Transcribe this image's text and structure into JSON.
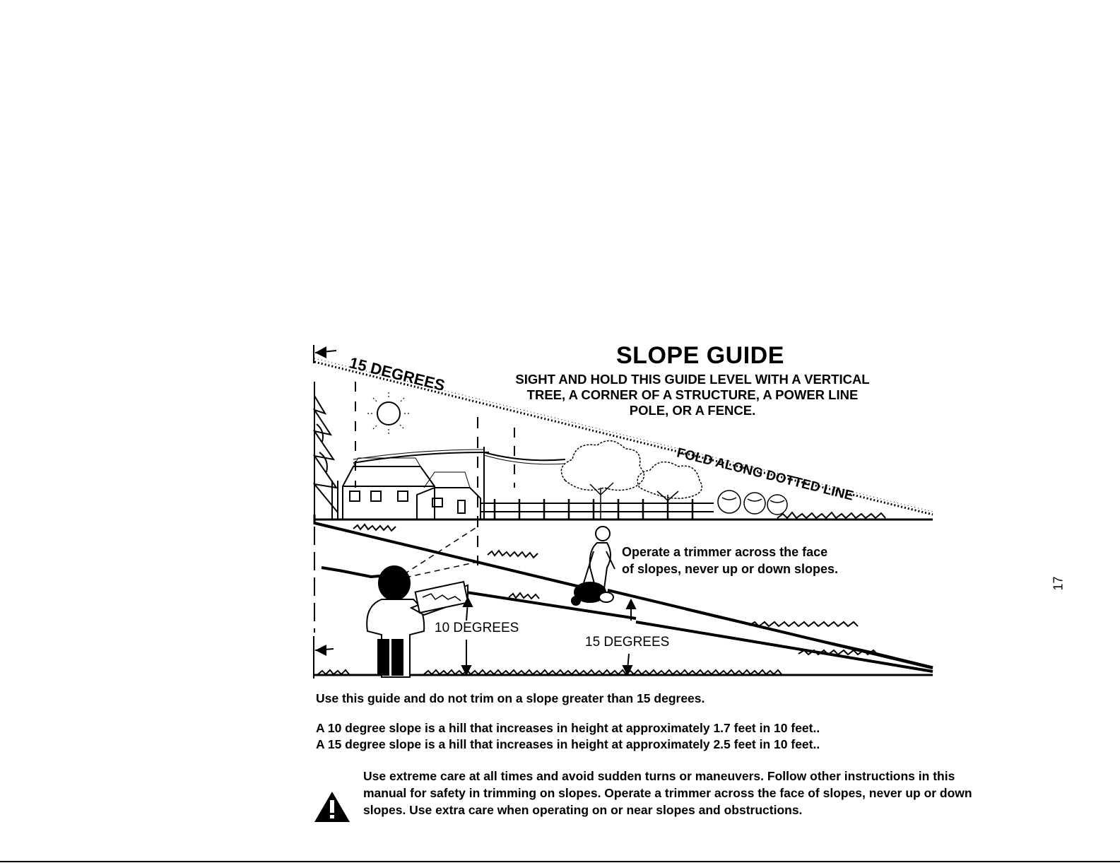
{
  "guide": {
    "title": "SLOPE GUIDE",
    "instruction_lines": [
      "SIGHT AND HOLD THIS GUIDE LEVEL WITH A VERTICAL",
      "TREE, A CORNER OF A STRUCTURE, A POWER LINE",
      "POLE, OR A FENCE."
    ],
    "top_angle_label": "15 DEGREES",
    "fold_label": "FOLD ALONG DOTTED LINE",
    "operate_lines": [
      "Operate a trimmer across the face",
      "of slopes, never up or down slopes."
    ],
    "ten_degrees_label": "10 DEGREES",
    "fifteen_degrees_label": "15 DEGREES"
  },
  "usage": {
    "line1": "Use this guide and do not trim on a slope greater than 15 degrees.",
    "line2": "A 10 degree slope is a hill that increases in height at approximately 1.7 feet in 10 feet..",
    "line3": "A 15 degree slope is a hill that increases in height at approximately 2.5 feet in 10 feet.."
  },
  "warning": {
    "icon": "warning-triangle-icon",
    "lines": [
      "Use extreme care at all times and avoid sudden turns or maneuvers. Follow other instructions in this",
      "manual for safety in trimming on slopes. Operate a trimmer across the face of slopes, never up or down",
      "slopes. Use extra care when operating on or near slopes and obstructions."
    ]
  },
  "page_number": "17"
}
